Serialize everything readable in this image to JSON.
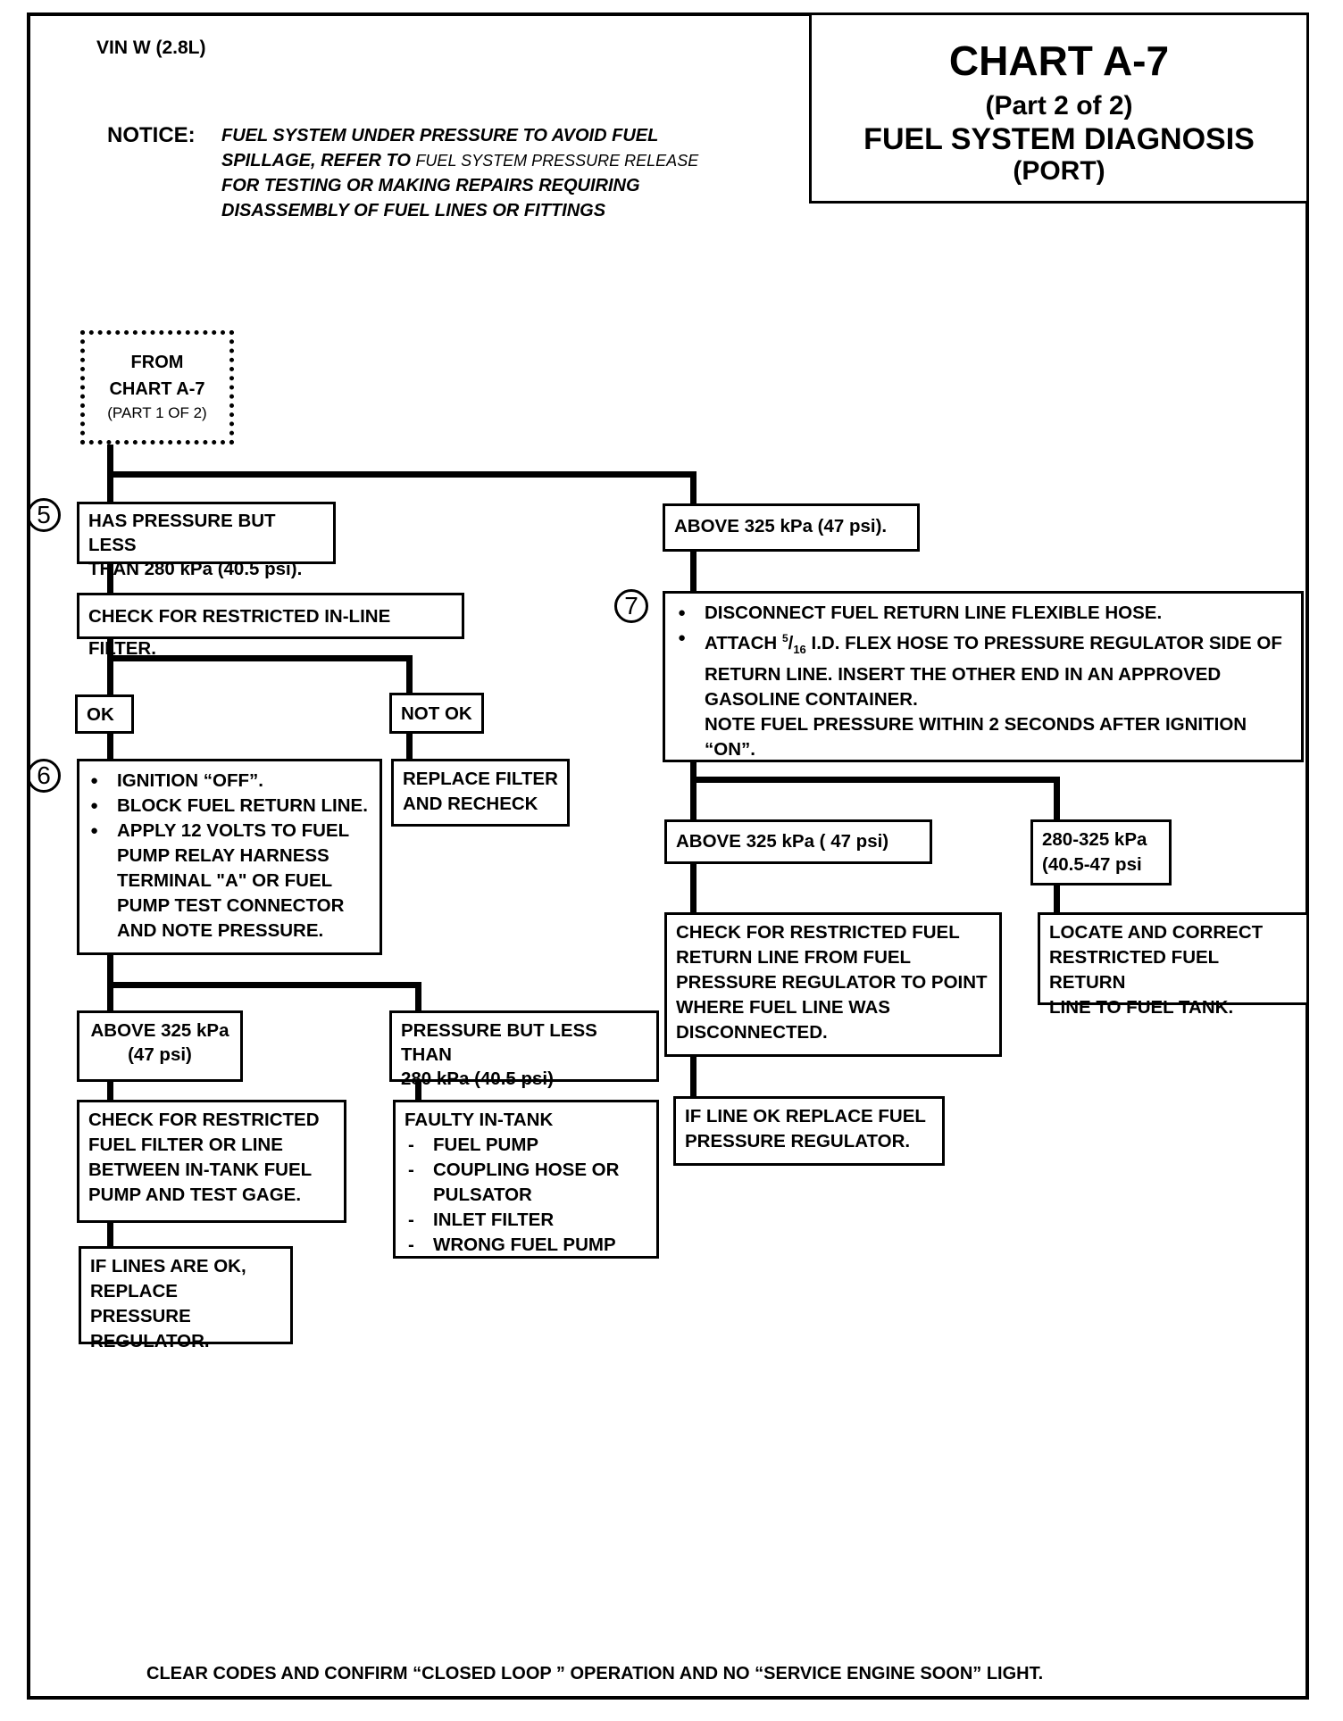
{
  "header": {
    "vin": "VIN W (2.8L)",
    "notice_label": "NOTICE:",
    "notice_lines": [
      "FUEL SYSTEM UNDER PRESSURE TO AVOID FUEL",
      "SPILLAGE, REFER TO",
      "FUEL SYSTEM PRESSURE RELEASE",
      "FOR TESTING OR MAKING REPAIRS REQUIRING",
      "DISASSEMBLY OF FUEL LINES OR FITTINGS"
    ]
  },
  "title_box": {
    "chart": "CHART A-7",
    "part": "(Part 2 of 2)",
    "title": "FUEL SYSTEM DIAGNOSIS",
    "subtitle": "(PORT)"
  },
  "start": {
    "line1": "FROM",
    "line2": "CHART A-7",
    "line3": "(PART 1 OF 2)"
  },
  "step_numbers": {
    "s5": "5",
    "s6": "6",
    "s7": "7"
  },
  "left": {
    "has_pressure": [
      "HAS PRESSURE BUT LESS",
      "THAN 280 kPa (40.5 psi)."
    ],
    "check_filter": "CHECK FOR RESTRICTED IN-LINE FILTER.",
    "ok": "OK",
    "not_ok": "NOT OK",
    "replace_filter": [
      "REPLACE FILTER",
      "AND RECHECK"
    ],
    "step6_items": [
      "IGNITION “OFF”.",
      "BLOCK FUEL RETURN LINE.",
      "APPLY 12 VOLTS TO FUEL PUMP RELAY HARNESS TERMINAL \"A\" OR FUEL PUMP TEST CONNECTOR AND NOTE PRESSURE."
    ],
    "above325": [
      "ABOVE 325 kPa",
      "(47 psi)"
    ],
    "pressure_less": [
      "PRESSURE BUT LESS THAN",
      "280 kPa (40.5 psi)"
    ],
    "check_restricted": [
      "CHECK FOR RESTRICTED",
      "FUEL FILTER OR LINE",
      "BETWEEN IN-TANK FUEL",
      "PUMP AND TEST GAGE."
    ],
    "faulty_title": "FAULTY IN-TANK",
    "faulty_items": [
      "FUEL PUMP",
      "COUPLING HOSE OR PULSATOR",
      "INLET FILTER",
      "WRONG FUEL PUMP"
    ],
    "if_lines_ok": [
      "IF LINES ARE  OK,",
      "REPLACE PRESSURE",
      "REGULATOR."
    ]
  },
  "right": {
    "above325_top": "ABOVE 325 kPa (47 psi).",
    "step7_item1": "DISCONNECT FUEL RETURN LINE FLEXIBLE HOSE.",
    "step7_item2_pre": "ATTACH",
    "step7_fraction_num": "5",
    "step7_fraction_den": "16",
    "step7_item2_post": "I.D. FLEX HOSE TO PRESSURE REGULATOR SIDE OF RETURN LINE. INSERT THE OTHER END IN  AN  APPROVED GASOLINE CONTAINER.",
    "step7_note": "NOTE FUEL PRESSURE WITHIN 2 SECONDS AFTER IGNITION “ON”.",
    "above325_mid": "ABOVE 325 kPa ( 47 psi)",
    "range_280_325": [
      "280-325 kPa",
      "(40.5-47 psi"
    ],
    "check_return": [
      "CHECK FOR RESTRICTED FUEL",
      "RETURN LINE FROM FUEL",
      "PRESSURE REGULATOR TO POINT",
      "WHERE FUEL LINE WAS",
      "DISCONNECTED."
    ],
    "locate_correct": [
      "LOCATE AND CORRECT",
      "RESTRICTED FUEL RETURN",
      "LINE TO FUEL TANK."
    ],
    "if_line_ok": [
      "IF LINE OK REPLACE FUEL",
      "PRESSURE REGULATOR."
    ]
  },
  "footer": "CLEAR CODES AND CONFIRM “CLOSED LOOP ” OPERATION AND NO “SERVICE ENGINE SOON” LIGHT."
}
